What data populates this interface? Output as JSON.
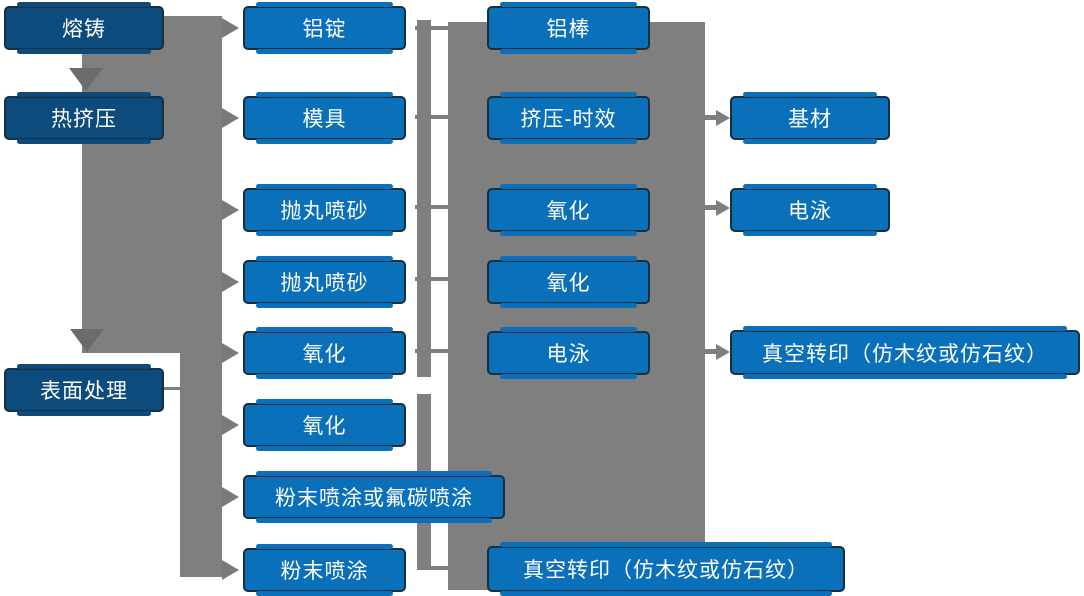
{
  "diagram": {
    "type": "flowchart",
    "description_labels": {
      "stages": [
        {
          "id": "melting-casting",
          "label": "熔铸"
        },
        {
          "id": "hot-extrusion",
          "label": "热挤压"
        },
        {
          "id": "surface-treatment",
          "label": "表面处理"
        }
      ],
      "col2": [
        {
          "id": "aluminum-ingot",
          "label": "铝锭"
        },
        {
          "id": "mold",
          "label": "模具"
        },
        {
          "id": "shot-blasting-1",
          "label": "抛丸喷砂"
        },
        {
          "id": "shot-blasting-2",
          "label": "抛丸喷砂"
        },
        {
          "id": "oxidation-a",
          "label": "氧化"
        },
        {
          "id": "oxidation-b",
          "label": "氧化"
        },
        {
          "id": "powder-or-fluorocarbon-coating",
          "label": "粉末喷涂或氟碳喷涂"
        },
        {
          "id": "powder-coating",
          "label": "粉末喷涂"
        }
      ],
      "col3": [
        {
          "id": "aluminum-rod",
          "label": "铝棒"
        },
        {
          "id": "extrusion-aging",
          "label": "挤压-时效"
        },
        {
          "id": "oxidation-c",
          "label": "氧化"
        },
        {
          "id": "oxidation-d",
          "label": "氧化"
        },
        {
          "id": "electrophoresis-a",
          "label": "电泳"
        },
        {
          "id": "vacuum-transfer-bottom",
          "label": "真空转印（仿木纹或仿石纹）"
        }
      ],
      "col4": [
        {
          "id": "base-material",
          "label": "基材"
        },
        {
          "id": "electrophoresis-b",
          "label": "电泳"
        },
        {
          "id": "vacuum-transfer-right",
          "label": "真空转印（仿木纹或仿石纹）"
        }
      ]
    },
    "edges": [
      "熔铸 → 热挤压",
      "热挤压 → 表面处理",
      "熔铸 → 铝锭",
      "热挤压 → 模具",
      "trunk → 抛丸喷砂(1)",
      "trunk → 抛丸喷砂(2)",
      "trunk → 氧化(a)",
      "表面处理 → 氧化(b)",
      "表面处理 → 粉末喷涂或氟碳喷涂",
      "表面处理 → 粉末喷涂",
      "铝锭 — 铝棒",
      "模具 — 挤压-时效",
      "抛丸喷砂 — 氧化",
      "挤压-时效 → 基材",
      "氧化 → 电泳",
      "电泳 → 真空转印（仿木纹或仿石纹）",
      "粉末喷涂 — 真空转印（仿木纹或仿石纹）"
    ],
    "colors": {
      "stage_fill": "#0d4b7d",
      "process_fill": "#0b70ba",
      "box_border": "#16303f",
      "connector_gray": "#7f7f7f",
      "arrowhead_dark_gray": "#6b6b6b",
      "text": "#ffffff",
      "background": "#ffffff"
    }
  }
}
